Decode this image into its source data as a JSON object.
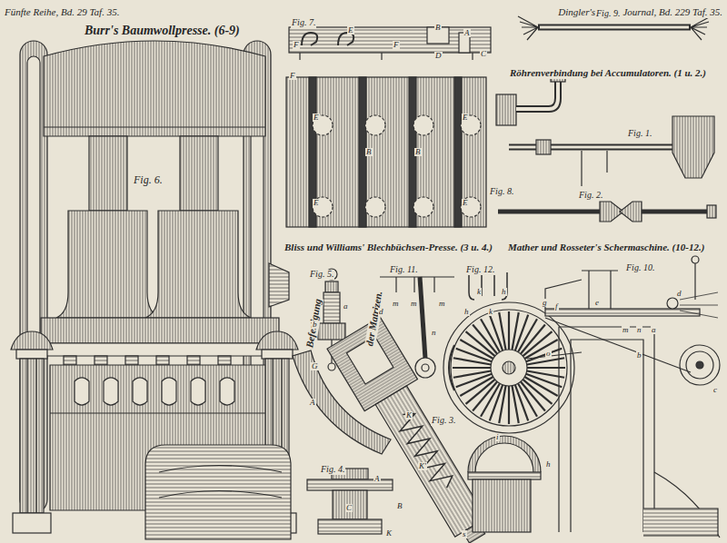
{
  "diagram": {
    "labels": [
      "Fünfte Reihe, Bd. 29 Taf. 35.",
      "Dingler's polyt. Journal, Bd. 229 Taf. 35.",
      "Burr's Baumwollpresse. (6-9)",
      "Fig. 6.",
      "Fig. 7.",
      "Fig. 8.",
      "Fig. 9.",
      "Röhrenverbindung bei Accumulatoren. (1 u. 2.)",
      "Fig. 1.",
      "Fig. 2.",
      "Bliss und Williams' Blechbüchsen-Presse. (3 u. 4.)",
      "Mather und Rosseter's Schermaschine. (10-12.)",
      "Fig. 5.",
      "Fig. 11.",
      "Fig. 12.",
      "Fig. 10.",
      "Befestigung",
      "der Matrizen.",
      "Fig. 3.",
      "Fig. 4.",
      "F",
      "E",
      "F",
      "B",
      "A",
      "D",
      "C",
      "F",
      "E",
      "E",
      "B",
      "B",
      "E",
      "E",
      "a",
      "b",
      "G",
      "m",
      "m",
      "m",
      "n",
      "h",
      "k",
      "k",
      "h",
      "g",
      "f",
      "e",
      "m",
      "n",
      "a",
      "d",
      "b",
      "c",
      "o",
      "i",
      "h",
      "A",
      "d",
      "K",
      "K'",
      "s",
      "A",
      "B",
      "C",
      "K"
    ]
  }
}
